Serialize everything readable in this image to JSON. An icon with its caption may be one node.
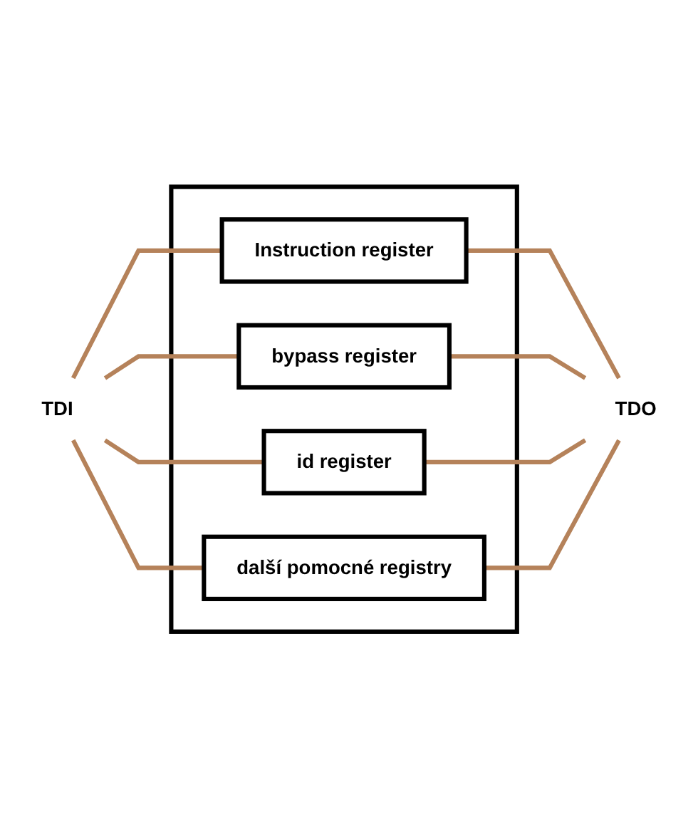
{
  "diagram": {
    "nodes": [
      {
        "text": [],
        "shape": "box"
      },
      {
        "text": [
          "Instruction register"
        ],
        "in": 0
      },
      {
        "text": [
          "bypass register"
        ],
        "in": 0
      },
      {
        "text": [
          "id register"
        ],
        "in": 0
      },
      {
        "text": [
          "další pomocné registry"
        ],
        "in": 0
      },
      {
        "text": [
          "TDI"
        ]
      },
      {
        "text": [
          "TDO"
        ]
      }
    ],
    "edges": [
      {
        "from": 5,
        "to": 1,
        "arrow": "none"
      },
      {
        "from": 5,
        "to": 2,
        "arrow": "none"
      },
      {
        "from": 5,
        "to": 3,
        "arrow": "none"
      },
      {
        "from": 5,
        "to": 4,
        "arrow": "none"
      },
      {
        "from": 1,
        "to": 6,
        "arrow": "none"
      },
      {
        "from": 2,
        "to": 6,
        "arrow": "none"
      },
      {
        "from": 3,
        "to": 6,
        "arrow": "none"
      },
      {
        "from": 4,
        "to": 6,
        "arrow": "none"
      }
    ]
  }
}
